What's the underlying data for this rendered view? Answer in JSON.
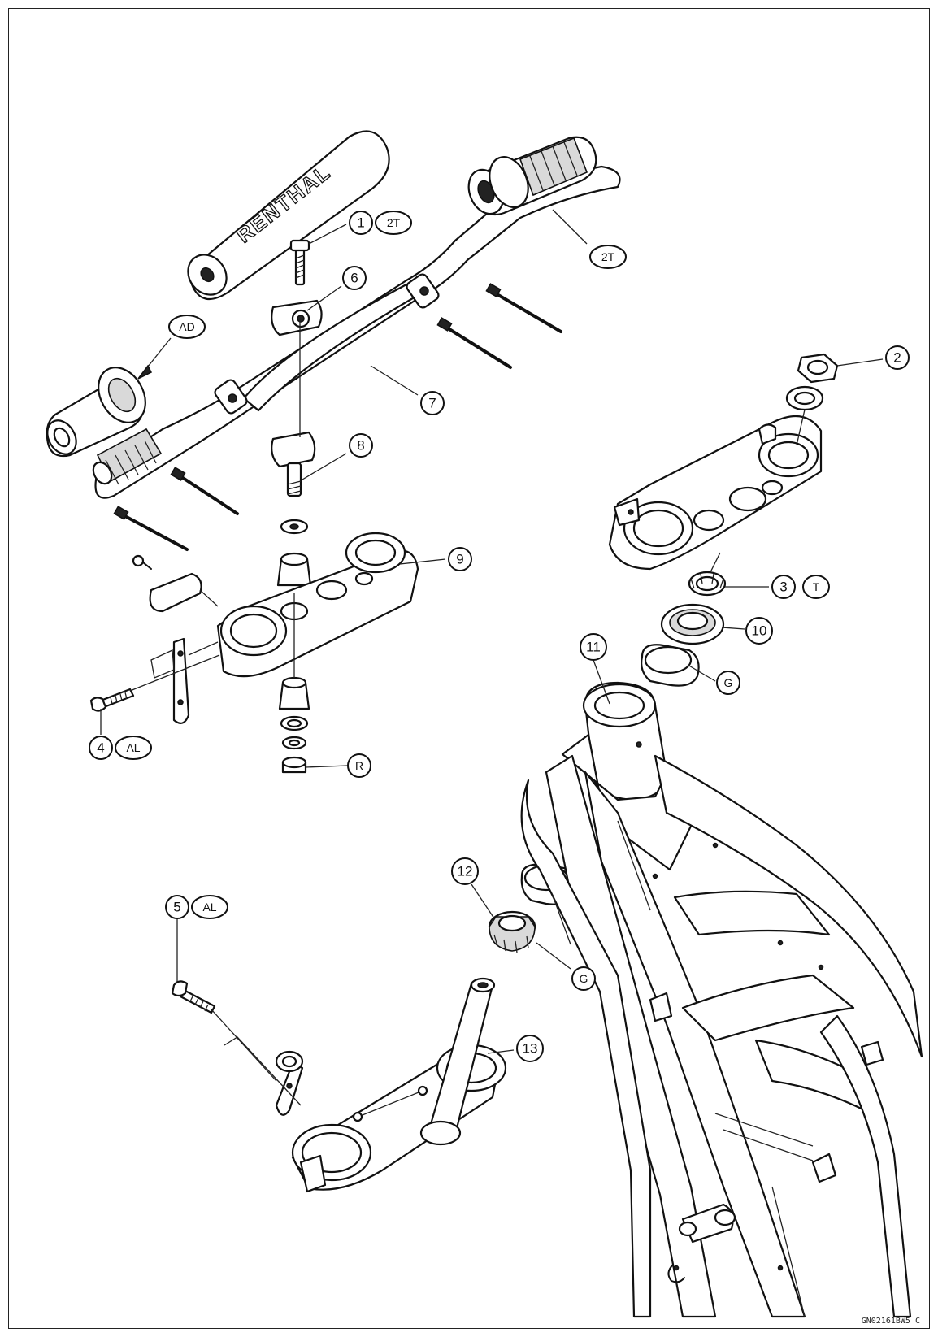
{
  "diagram": {
    "pad_text": "RENTHAL",
    "reference_code": "GN02161BW5  C",
    "callouts": [
      {
        "id": "c1",
        "number": "1",
        "suffix": "2T"
      },
      {
        "id": "c2t",
        "number": "",
        "suffix": "2T"
      },
      {
        "id": "c6",
        "number": "6",
        "suffix": ""
      },
      {
        "id": "cad",
        "number": "",
        "suffix": "AD"
      },
      {
        "id": "c7",
        "number": "7",
        "suffix": ""
      },
      {
        "id": "c2",
        "number": "2",
        "suffix": ""
      },
      {
        "id": "c8",
        "number": "8",
        "suffix": ""
      },
      {
        "id": "c9",
        "number": "9",
        "suffix": ""
      },
      {
        "id": "c3",
        "number": "3",
        "suffix": "T"
      },
      {
        "id": "c10",
        "number": "10",
        "suffix": ""
      },
      {
        "id": "c11",
        "number": "11",
        "suffix": ""
      },
      {
        "id": "cg1",
        "number": "",
        "suffix": "G"
      },
      {
        "id": "c4",
        "number": "4",
        "suffix": "AL"
      },
      {
        "id": "cr",
        "number": "",
        "suffix": "R"
      },
      {
        "id": "c12",
        "number": "12",
        "suffix": ""
      },
      {
        "id": "c5",
        "number": "5",
        "suffix": "AL"
      },
      {
        "id": "cg2",
        "number": "",
        "suffix": "G"
      },
      {
        "id": "c13",
        "number": "13",
        "suffix": ""
      }
    ]
  }
}
